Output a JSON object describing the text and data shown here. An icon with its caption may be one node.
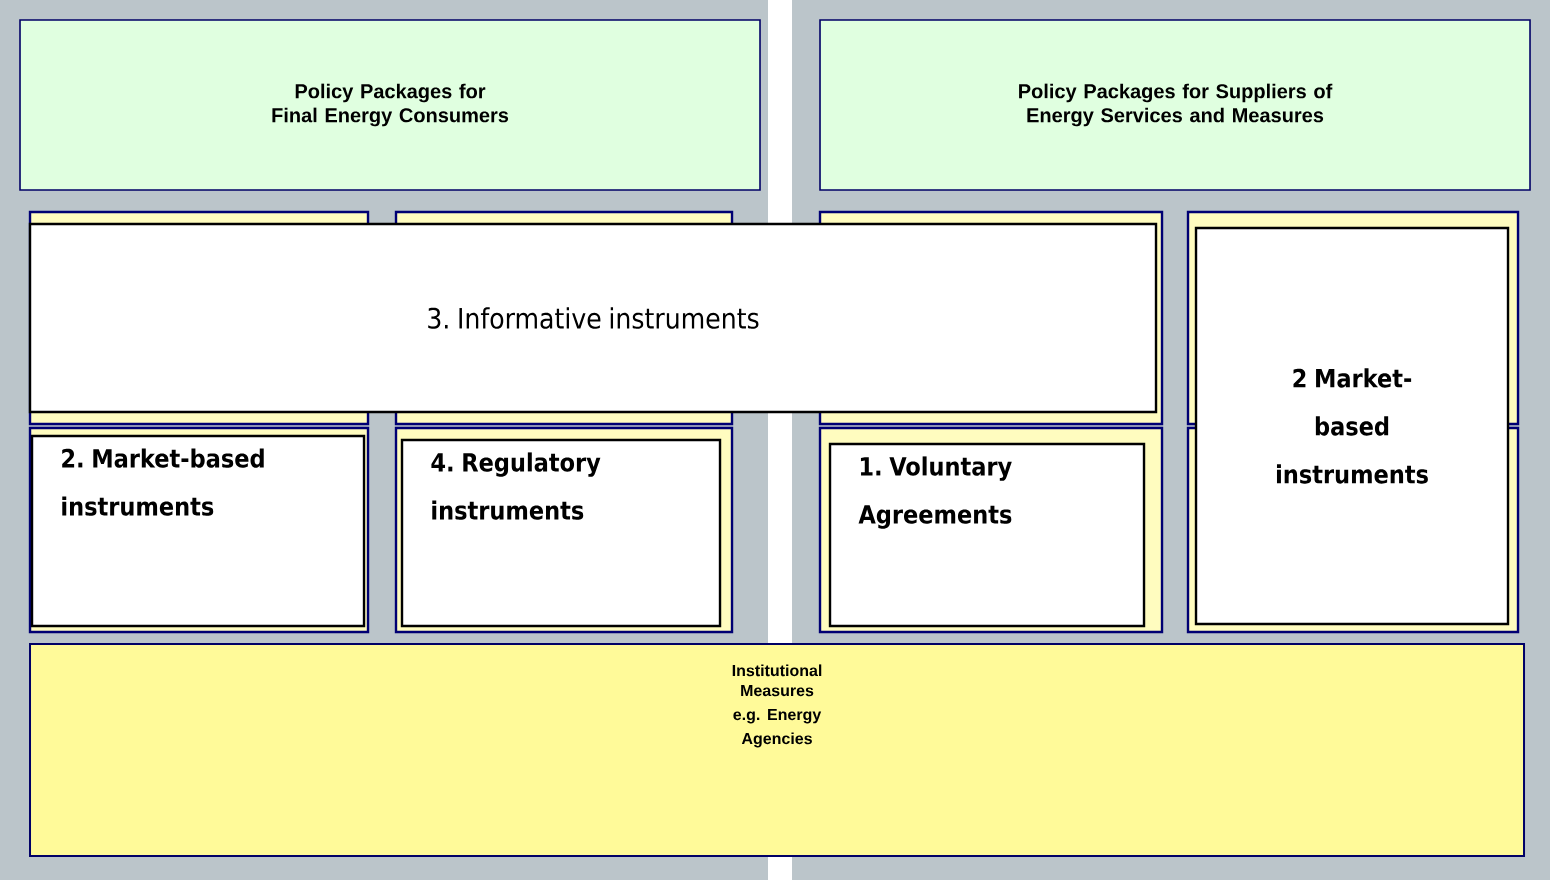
{
  "diagram": {
    "nodes": [
      {
        "text": [
          "Policy Packages for Final Energy Consumers"
        ]
      },
      {
        "text": [
          "Policy Packages for Suppliers of Energy Services and Measures"
        ]
      },
      {
        "text": [
          "3. Informative instruments"
        ]
      },
      {
        "text": [
          "2. Market-based instruments"
        ]
      },
      {
        "text": [
          "4. Regulatory instruments"
        ]
      },
      {
        "text": [
          "1. Voluntary Agreements"
        ]
      },
      {
        "text": [
          "2 Market-based instruments"
        ]
      },
      {
        "text": [
          "Institutional Measures",
          "e.g. Energy Agencies"
        ]
      }
    ]
  }
}
